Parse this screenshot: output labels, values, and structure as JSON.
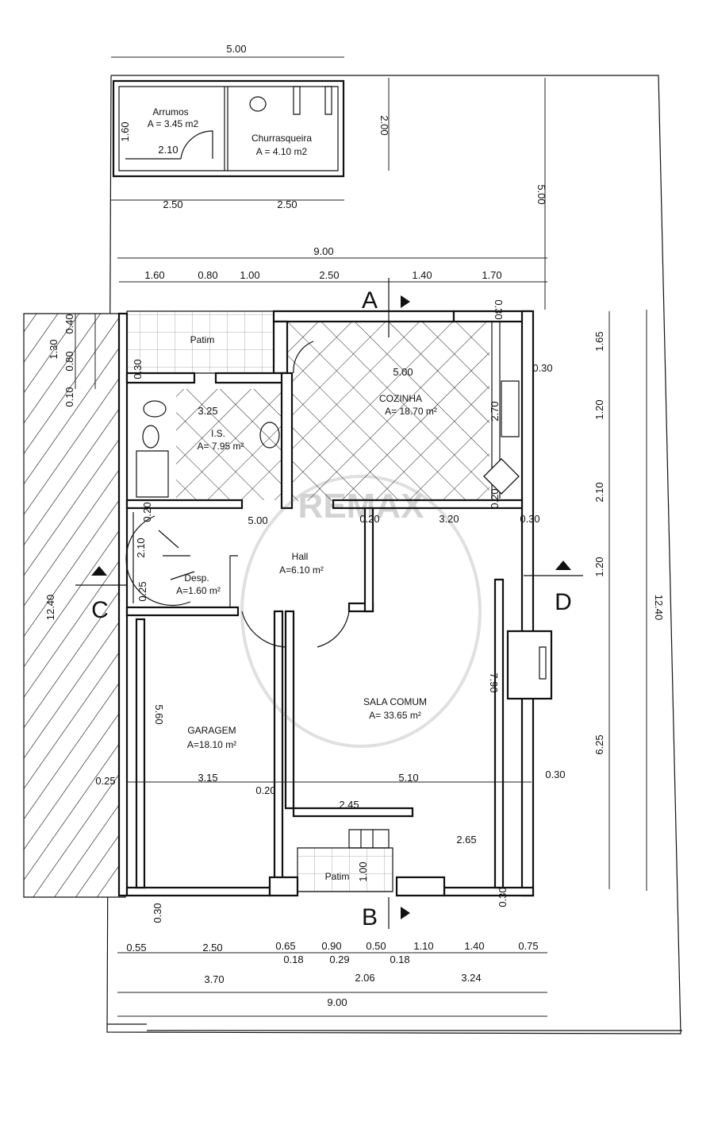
{
  "rooms": {
    "arrumos": {
      "name": "Arrumos",
      "area": "A = 3.45 m2"
    },
    "churrasqueira": {
      "name": "Churrasqueira",
      "area": "A = 4.10 m2"
    },
    "patim_top": {
      "name": "Patim"
    },
    "cozinha": {
      "name": "COZINHA",
      "area": "A= 18.70 m²"
    },
    "is": {
      "name": "I.S.",
      "area": "A= 7.95 m²"
    },
    "hall": {
      "name": "Hall",
      "area": "A=6.10 m²"
    },
    "desp": {
      "name": "Desp.",
      "area": "A=1.60 m²"
    },
    "garagem": {
      "name": "GARAGEM",
      "area": "A=18.10 m²"
    },
    "sala": {
      "name": "SALA COMUM",
      "area": "A= 33.65 m²"
    },
    "patim_bottom": {
      "name": "Patim"
    }
  },
  "sections": {
    "a": "A",
    "b": "B",
    "c": "C",
    "d": "D"
  },
  "watermark": "REMAX",
  "dims": {
    "top_5": "5.00",
    "top_2_50a": "2.50",
    "top_2_50b": "2.50",
    "top_2_00": "2.00",
    "top_1_60v": "1.60",
    "top_2_10": "2.10",
    "right_5_00": "5.00",
    "top_9_00": "9.00",
    "r1_1_60": "1.60",
    "r1_0_80": "0.80",
    "r1_1_00": "1.00",
    "r1_2_50": "2.50",
    "r1_1_40": "1.40",
    "r1_1_70": "1.70",
    "left_0_10": "0.10",
    "left_0_80": "0.80",
    "left_0_40": "0.40",
    "left_1_30": "1.30",
    "left_0_30": "0.30",
    "left_12_40": "12.40",
    "kit_0_30": "0.30",
    "kit_5_00": "5.00",
    "kit_0_30r": "0.30",
    "kit_2_70": "2.70",
    "kit_0_20": "0.20",
    "is_3_25": "3.25",
    "left_0_20": "0.20",
    "left_2_10": "2.10",
    "left_0_25b": "0.25",
    "hall_5_00": "5.00",
    "hall_0_20": "0.20",
    "hall_3_20": "3.20",
    "hall_0_30": "0.30",
    "r_1_65": "1.65",
    "r_1_20a": "1.20",
    "r_2_10": "2.10",
    "r_1_20b": "1.20",
    "r_6_25": "6.25",
    "r_12_40": "12.40",
    "sala_7_90": "7.90",
    "gar_5_60": "5.60",
    "mid_0_25": "0.25",
    "mid_3_15": "3.15",
    "mid_0_20": "0.20",
    "mid_5_10": "5.10",
    "mid_0_30": "0.30",
    "pat_2_45": "2.45",
    "pat_2_65": "2.65",
    "pat_1_00": "1.00",
    "b_0_30l": "0.30",
    "b_0_30r": "0.30",
    "b_0_55": "0.55",
    "b_2_50": "2.50",
    "b_0_65": "0.65",
    "b_0_90": "0.90",
    "b_0_50": "0.50",
    "b_1_10": "1.10",
    "b_1_40": "1.40",
    "b_0_75": "0.75",
    "b_0_18a": "0.18",
    "b_0_29": "0.29",
    "b_0_18b": "0.18",
    "b_3_70": "3.70",
    "b_2_06": "2.06",
    "b_3_24": "3.24",
    "b_9_00": "9.00"
  }
}
